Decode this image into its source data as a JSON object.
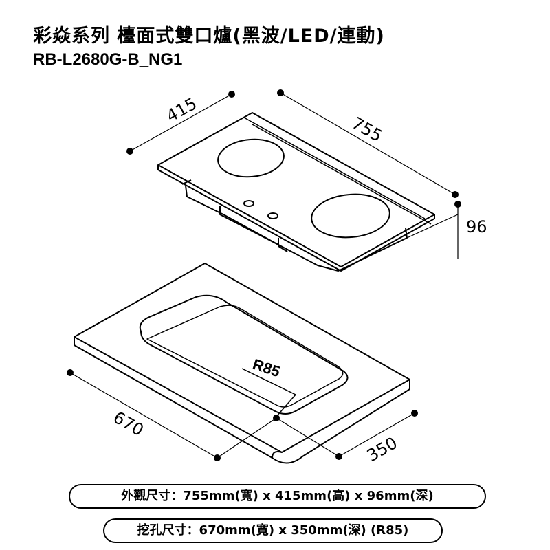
{
  "title": {
    "line1": "彩焱系列 檯面式雙口爐(黑波/LED/連動)",
    "model": "RB-L2680G-B_NG1"
  },
  "dimensions": {
    "width_top": "755",
    "depth_top": "415",
    "height": "96",
    "cutout_width": "670",
    "cutout_depth": "350",
    "radius": "R85"
  },
  "specs": {
    "exterior": "外觀尺寸：755mm(寬) x 415mm(高) x 96mm(深)",
    "cutout": "挖孔尺寸：670mm(寬) x 350mm(深) (R85)"
  },
  "colors": {
    "line": "#000000",
    "background": "#ffffff"
  }
}
